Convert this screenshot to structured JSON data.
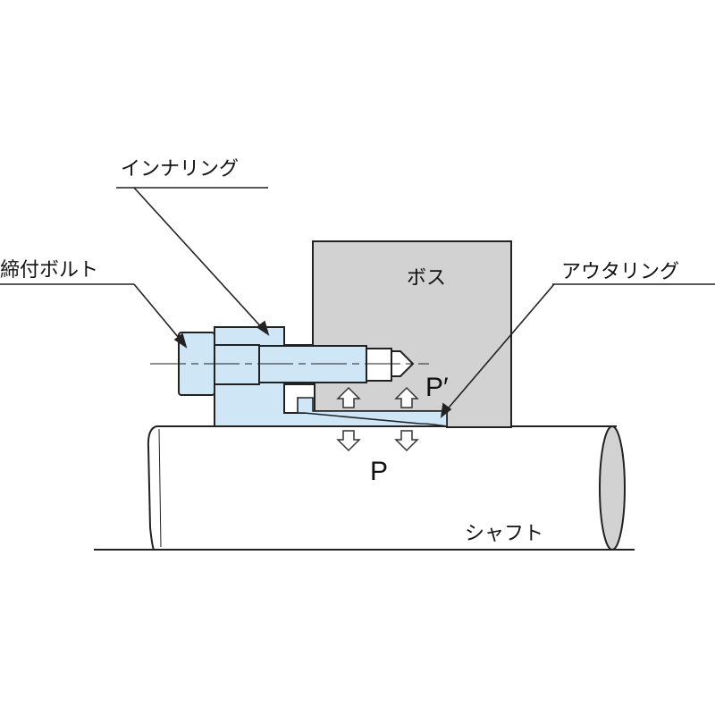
{
  "labels": {
    "inner_ring": "インナリング",
    "bolt": "締付ボルト",
    "boss": "ボス",
    "outer_ring": "アウタリング",
    "shaft": "シャフト",
    "p_prime": "P′",
    "p": "P"
  },
  "colors": {
    "part_fill": "#cfe6f7",
    "boss_fill": "#d2d2d2",
    "line": "#222222"
  }
}
